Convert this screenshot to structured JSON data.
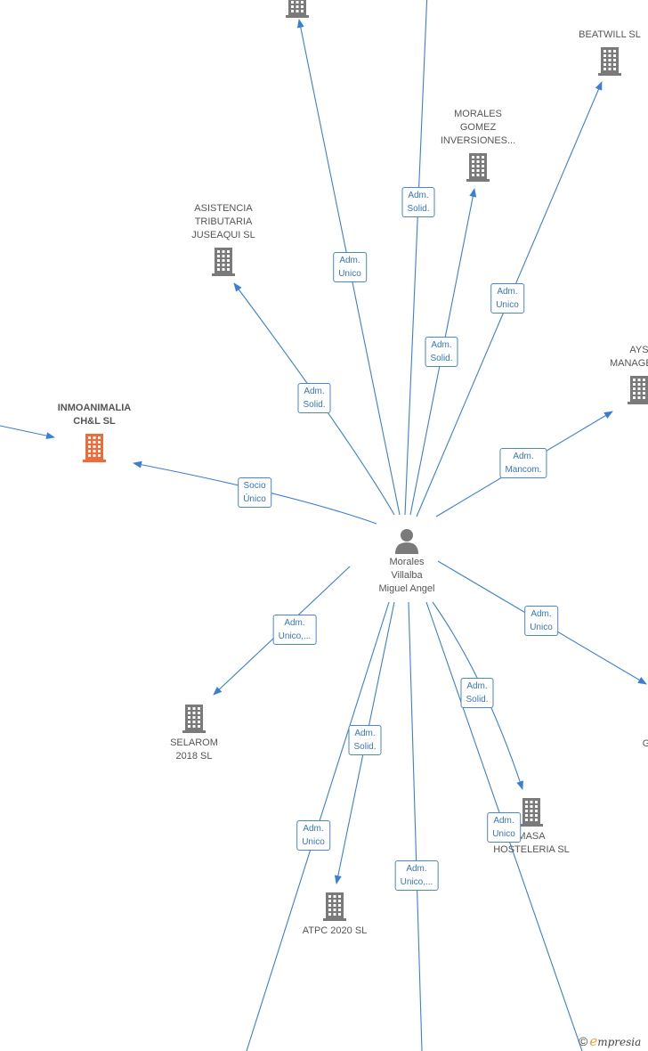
{
  "colors": {
    "edge": "#3a7fd5",
    "company": "#7a7a7a",
    "company_highlight": "#f06a3a",
    "label_text": "#555555"
  },
  "center": {
    "name_lines": [
      "Morales",
      "Villalba",
      "Miguel Angel"
    ],
    "icon": "person-icon"
  },
  "companies": [
    {
      "id": "top-left",
      "name_lines": [],
      "highlight": false
    },
    {
      "id": "beatwill",
      "name_lines": [
        "BEATWILL  SL"
      ],
      "highlight": false
    },
    {
      "id": "morales-gomez",
      "name_lines": [
        "MORALES",
        "GOMEZ",
        "INVERSIONES..."
      ],
      "highlight": false
    },
    {
      "id": "asistencia",
      "name_lines": [
        "ASISTENCIA",
        "TRIBUTARIA",
        "JUSEAQUI  SL"
      ],
      "highlight": false
    },
    {
      "id": "ays",
      "name_lines": [
        "AYS",
        "MANAGEM..."
      ],
      "highlight": false
    },
    {
      "id": "inmoanimalia",
      "name_lines": [
        "INMOANIMALIA",
        "CH&L  SL"
      ],
      "highlight": true
    },
    {
      "id": "selarom",
      "name_lines": [
        "SELAROM",
        "2018  SL"
      ],
      "highlight": false
    },
    {
      "id": "masa",
      "name_lines": [
        "MASA",
        "HOSTELERIA SL"
      ],
      "highlight": false
    },
    {
      "id": "atpc",
      "name_lines": [
        "ATPC 2020  SL"
      ],
      "highlight": false
    },
    {
      "id": "right-g",
      "name_lines": [
        "G"
      ],
      "highlight": false
    }
  ],
  "relations": [
    {
      "id": "r-top-left",
      "lines": [
        "Adm.",
        "Unico"
      ]
    },
    {
      "id": "r-top-center",
      "lines": [
        "Adm.",
        "Solid."
      ]
    },
    {
      "id": "r-beatwill",
      "lines": [
        "Adm.",
        "Unico"
      ]
    },
    {
      "id": "r-morales-gomez",
      "lines": [
        "Adm.",
        "Solid."
      ]
    },
    {
      "id": "r-asistencia",
      "lines": [
        "Adm.",
        "Solid."
      ]
    },
    {
      "id": "r-ays",
      "lines": [
        "Adm.",
        "Mancom."
      ]
    },
    {
      "id": "r-inmoanimalia",
      "lines": [
        "Socio",
        "Único"
      ]
    },
    {
      "id": "r-selarom",
      "lines": [
        "Adm.",
        "Unico,..."
      ]
    },
    {
      "id": "r-right-g",
      "lines": [
        "Adm.",
        "Unico"
      ]
    },
    {
      "id": "r-masa-1",
      "lines": [
        "Adm.",
        "Solid."
      ]
    },
    {
      "id": "r-masa-2",
      "lines": [
        "Adm.",
        "Unico"
      ]
    },
    {
      "id": "r-atpc",
      "lines": [
        "Adm.",
        "Solid."
      ]
    },
    {
      "id": "r-bottom-left",
      "lines": [
        "Adm.",
        "Unico"
      ]
    },
    {
      "id": "r-bottom-center",
      "lines": [
        "Adm.",
        "Unico,..."
      ]
    }
  ],
  "brand": {
    "copyright": "©",
    "initial": "e",
    "rest": "mpresia"
  }
}
